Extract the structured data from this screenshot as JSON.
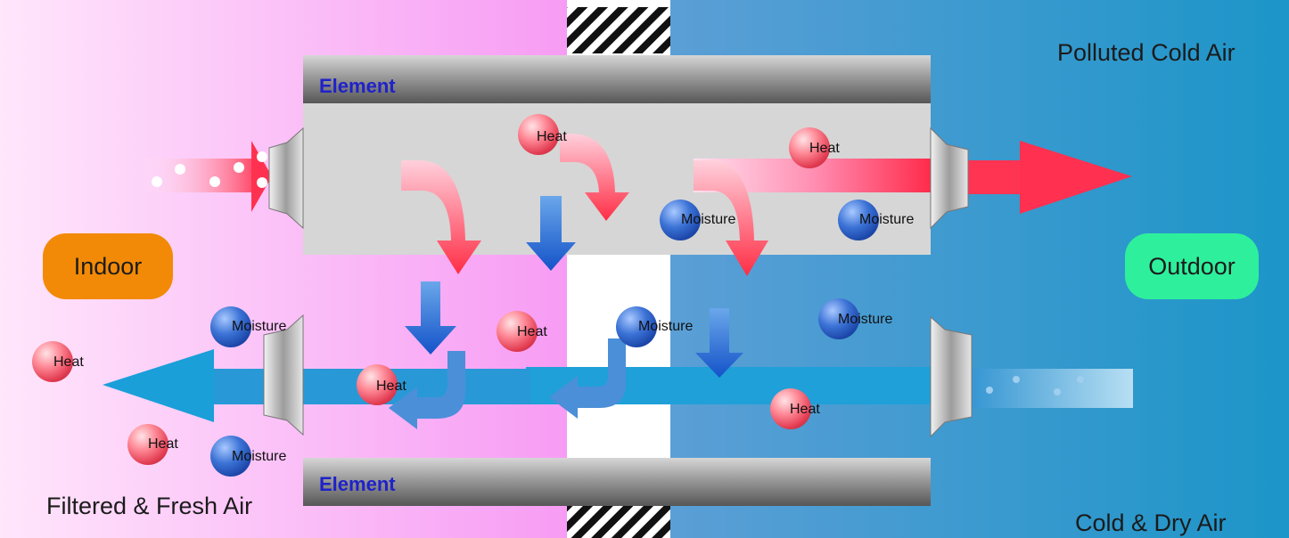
{
  "labels": {
    "indoor": "Indoor",
    "outdoor": "Outdoor",
    "polluted_cold_air": "Polluted Cold Air",
    "filtered_fresh_air": "Filtered & Fresh Air",
    "cold_dry_air": "Cold & Dry Air",
    "element_top": "Element",
    "element_bottom": "Element"
  },
  "particles": {
    "heat": "Heat",
    "moisture": "Moisture"
  },
  "colors": {
    "indoor_bg": "#f8a2f5",
    "outdoor_bg": "#4e9ad4",
    "indoor_pill": "#f28a07",
    "outdoor_pill": "#2ef09c",
    "element_label": "#1f22c8",
    "exhaust_arrow": "#ff3a55",
    "supply_arrow": "#1fa0d8"
  }
}
